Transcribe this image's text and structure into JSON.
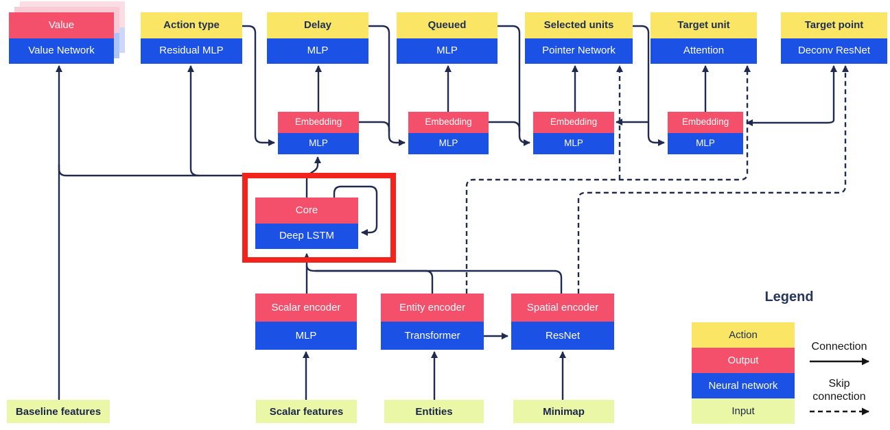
{
  "title": "AlphaStar agent architecture diagram",
  "colors": {
    "action_yellow": "#FAE565",
    "output_pink": "#F4506B",
    "network_blue": "#1B52E5",
    "input_green": "#EAF7A6",
    "wire_navy": "#202A4E",
    "highlight_red": "#F2231B"
  },
  "heads": [
    {
      "top": "Value",
      "bottom": "Value Network"
    },
    {
      "top": "Action type",
      "bottom": "Residual MLP"
    },
    {
      "top": "Delay",
      "bottom": "MLP"
    },
    {
      "top": "Queued",
      "bottom": "MLP"
    },
    {
      "top": "Selected units",
      "bottom": "Pointer Network"
    },
    {
      "top": "Target unit",
      "bottom": "Attention"
    },
    {
      "top": "Target point",
      "bottom": "Deconv ResNet"
    }
  ],
  "embeddings": [
    {
      "top": "Embedding",
      "bottom": "MLP"
    },
    {
      "top": "Embedding",
      "bottom": "MLP"
    },
    {
      "top": "Embedding",
      "bottom": "MLP"
    },
    {
      "top": "Embedding",
      "bottom": "MLP"
    }
  ],
  "core": {
    "top": "Core",
    "bottom": "Deep LSTM"
  },
  "encoders": [
    {
      "top": "Scalar encoder",
      "bottom": "MLP"
    },
    {
      "top": "Entity encoder",
      "bottom": "Transformer"
    },
    {
      "top": "Spatial encoder",
      "bottom": "ResNet"
    }
  ],
  "inputs": [
    "Baseline features",
    "Scalar features",
    "Entities",
    "Minimap"
  ],
  "legend": {
    "title": "Legend",
    "items": [
      {
        "label": "Action",
        "type": "action"
      },
      {
        "label": "Output",
        "type": "output"
      },
      {
        "label": "Neural network",
        "type": "network"
      },
      {
        "label": "Input",
        "type": "input"
      }
    ],
    "connection_label": "Connection",
    "skip_connection_label": "Skip connection"
  }
}
